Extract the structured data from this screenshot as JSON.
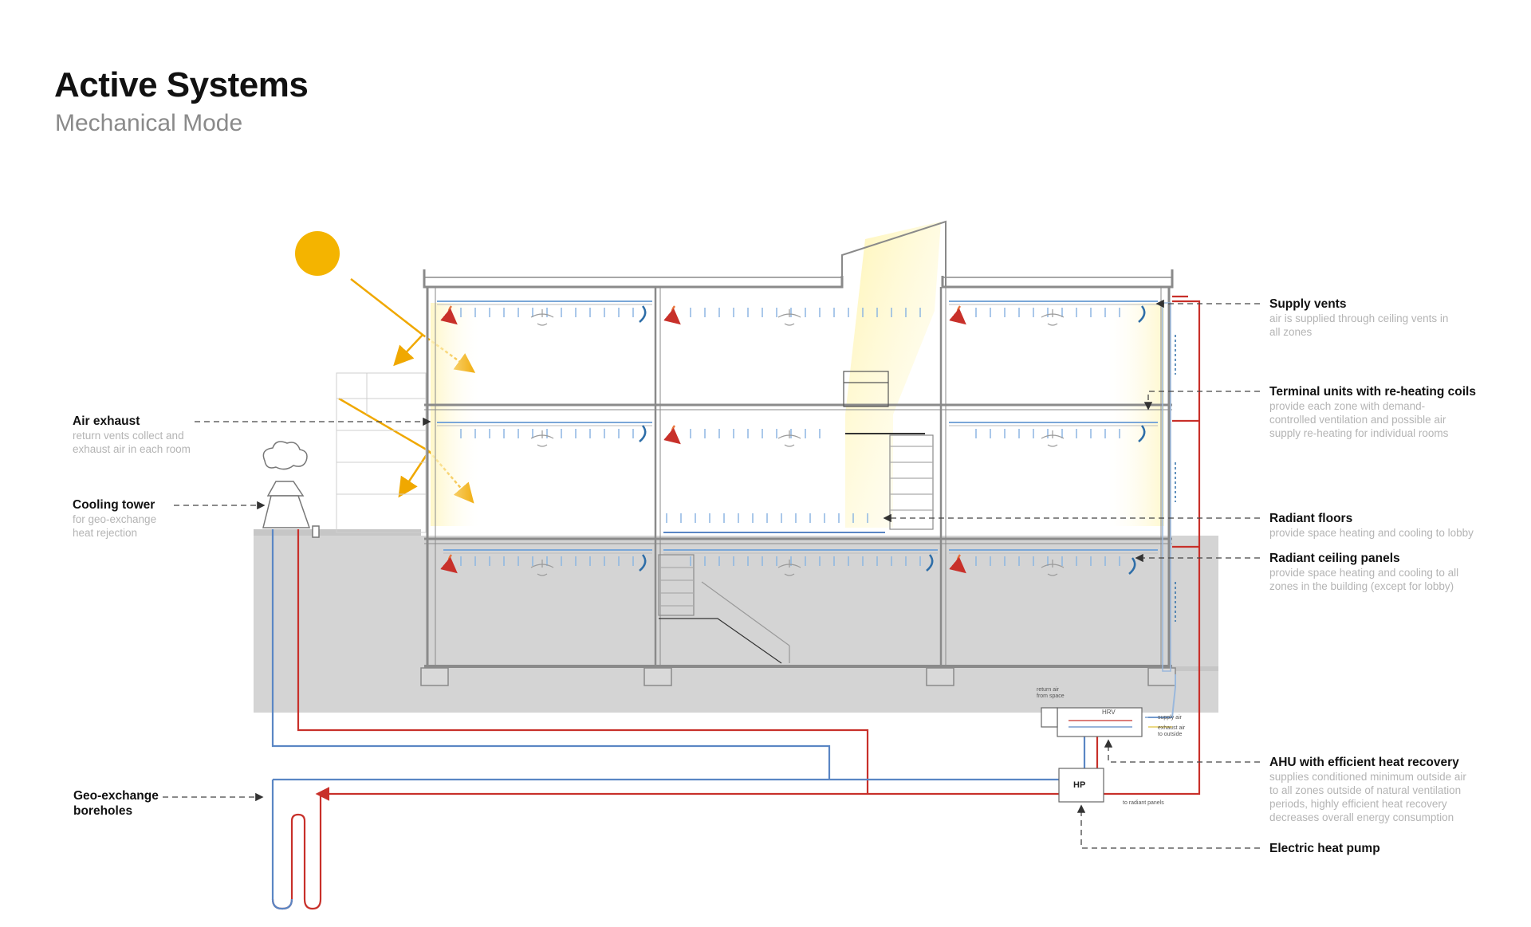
{
  "header": {
    "title": "Active Systems",
    "subtitle": "Mechanical Mode"
  },
  "labels_left": [
    {
      "heading": "Air exhaust",
      "desc": "return vents collect and\nexhaust air in each room"
    },
    {
      "heading": "Cooling tower",
      "desc": "for geo-exchange\nheat rejection"
    },
    {
      "heading": "Geo-exchange\nboreholes",
      "desc": ""
    }
  ],
  "labels_right": [
    {
      "heading": "Supply vents",
      "desc": "air is supplied through ceiling vents in\nall zones"
    },
    {
      "heading": "Terminal units with re-heating coils",
      "desc": "provide each zone with demand-\ncontrolled ventilation and possible air\nsupply re-heating for individual rooms"
    },
    {
      "heading": "Radiant floors",
      "desc": "provide space heating and cooling to lobby"
    },
    {
      "heading": "Radiant ceiling panels",
      "desc": "provide space heating and cooling to all\nzones in the building (except for lobby)"
    },
    {
      "heading": "AHU with efficient heat recovery",
      "desc": "supplies conditioned minimum outside air\nto all zones outside of natural ventilation\nperiods, highly efficient heat recovery\ndecreases overall energy consumption"
    },
    {
      "heading": "Electric heat pump",
      "desc": ""
    }
  ],
  "equipment": {
    "hp": "HP",
    "hrv": "HRV",
    "to_radiant_panels": "to radiant panels",
    "return_air": "return air\nfrom space",
    "supply_air": "supply air",
    "exhaust_air": "exhaust air\nto outside"
  },
  "colors": {
    "supply_red": "#c8302a",
    "return_blue": "#5a86c4",
    "sun": "#f4b400",
    "ground": "#d3d3d3",
    "warm_arrow": "#e8743b",
    "cool_arrow": "#2e6ea8"
  }
}
